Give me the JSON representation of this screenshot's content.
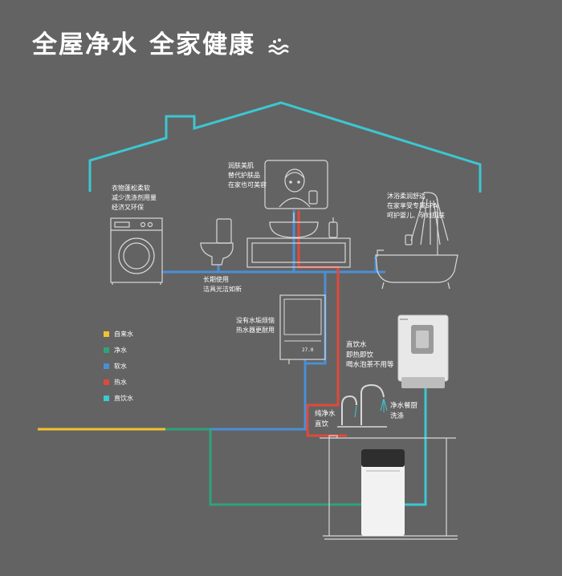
{
  "title": {
    "part1": "全屋净水",
    "part2": "全家健康"
  },
  "colors": {
    "background": "#636363",
    "tap_water": "#f2c12e",
    "pure_water": "#2ea37a",
    "soft_water": "#4a8fd6",
    "hot_water": "#e04a3a",
    "drinking_water": "#3cc7d1",
    "house_outline": "#3cc7d1"
  },
  "labels": {
    "washer": [
      "衣物蓬松柔软",
      "减少洗涤剂用量",
      "经济又环保"
    ],
    "mirror": [
      "润肤美肌",
      "替代护肤品",
      "在家也可美容"
    ],
    "shower": [
      "沐浴柔润舒适",
      "在家享受专属SPA",
      "呵护婴儿、孕妇肌肤"
    ],
    "toilet": [
      "长期使用",
      "洁具光洁如新"
    ],
    "heater": [
      "没有水垢烦恼",
      "热水器更耐用"
    ],
    "dispenser": [
      "直饮水",
      "即热即饮",
      "喝水泡茶不用等"
    ],
    "pure_tap": [
      "纯净水",
      "直饮"
    ],
    "kitchen_tap": [
      "净水餐厨",
      "洗涤"
    ]
  },
  "legend": [
    {
      "label": "自来水",
      "color": "#f2c12e"
    },
    {
      "label": "净水",
      "color": "#2ea37a"
    },
    {
      "label": "软水",
      "color": "#4a8fd6"
    },
    {
      "label": "热水",
      "color": "#e04a3a"
    },
    {
      "label": "直饮水",
      "color": "#3cc7d1"
    }
  ],
  "heater_display": "27.0"
}
